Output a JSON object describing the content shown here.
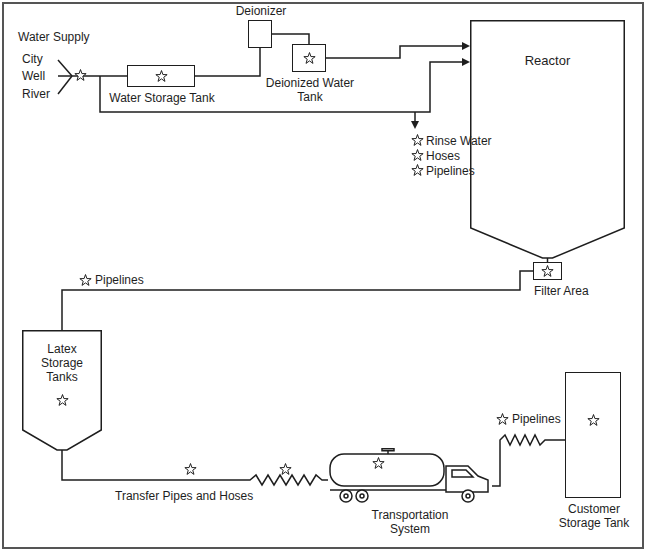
{
  "diagram": {
    "nodes": [
      {
        "text": [
          "Water Storage Tank"
        ]
      },
      {
        "text": [
          "Deionizer"
        ]
      },
      {
        "text": [
          "Deionized Water Tank"
        ]
      },
      {
        "text": [
          "Reactor"
        ]
      },
      {
        "text": [
          "Filter Area"
        ]
      },
      {
        "text": [
          "Latex Storage Tanks"
        ]
      },
      {
        "text": [
          "Transportation System"
        ]
      },
      {
        "text": [
          "Customer Storage Tank"
        ]
      }
    ],
    "edges": [
      {
        "from": 0,
        "to": 1,
        "arrow": "none"
      },
      {
        "from": 1,
        "to": 2,
        "arrow": "none"
      },
      {
        "from": 2,
        "to": 3,
        "arrow": "to"
      },
      {
        "from": 3,
        "to": 4,
        "arrow": "none"
      },
      {
        "from": 4,
        "to": 5,
        "arrow": "none"
      },
      {
        "from": 5,
        "to": 6,
        "arrow": "none"
      },
      {
        "from": 6,
        "to": 7,
        "arrow": "none"
      }
    ],
    "labels": [
      "Water Supply",
      "City",
      "Well",
      "River",
      "Rinse Water",
      "Hoses",
      "Pipelines",
      "Pipelines",
      "Transfer Pipes and Hoses",
      "Pipelines"
    ]
  }
}
